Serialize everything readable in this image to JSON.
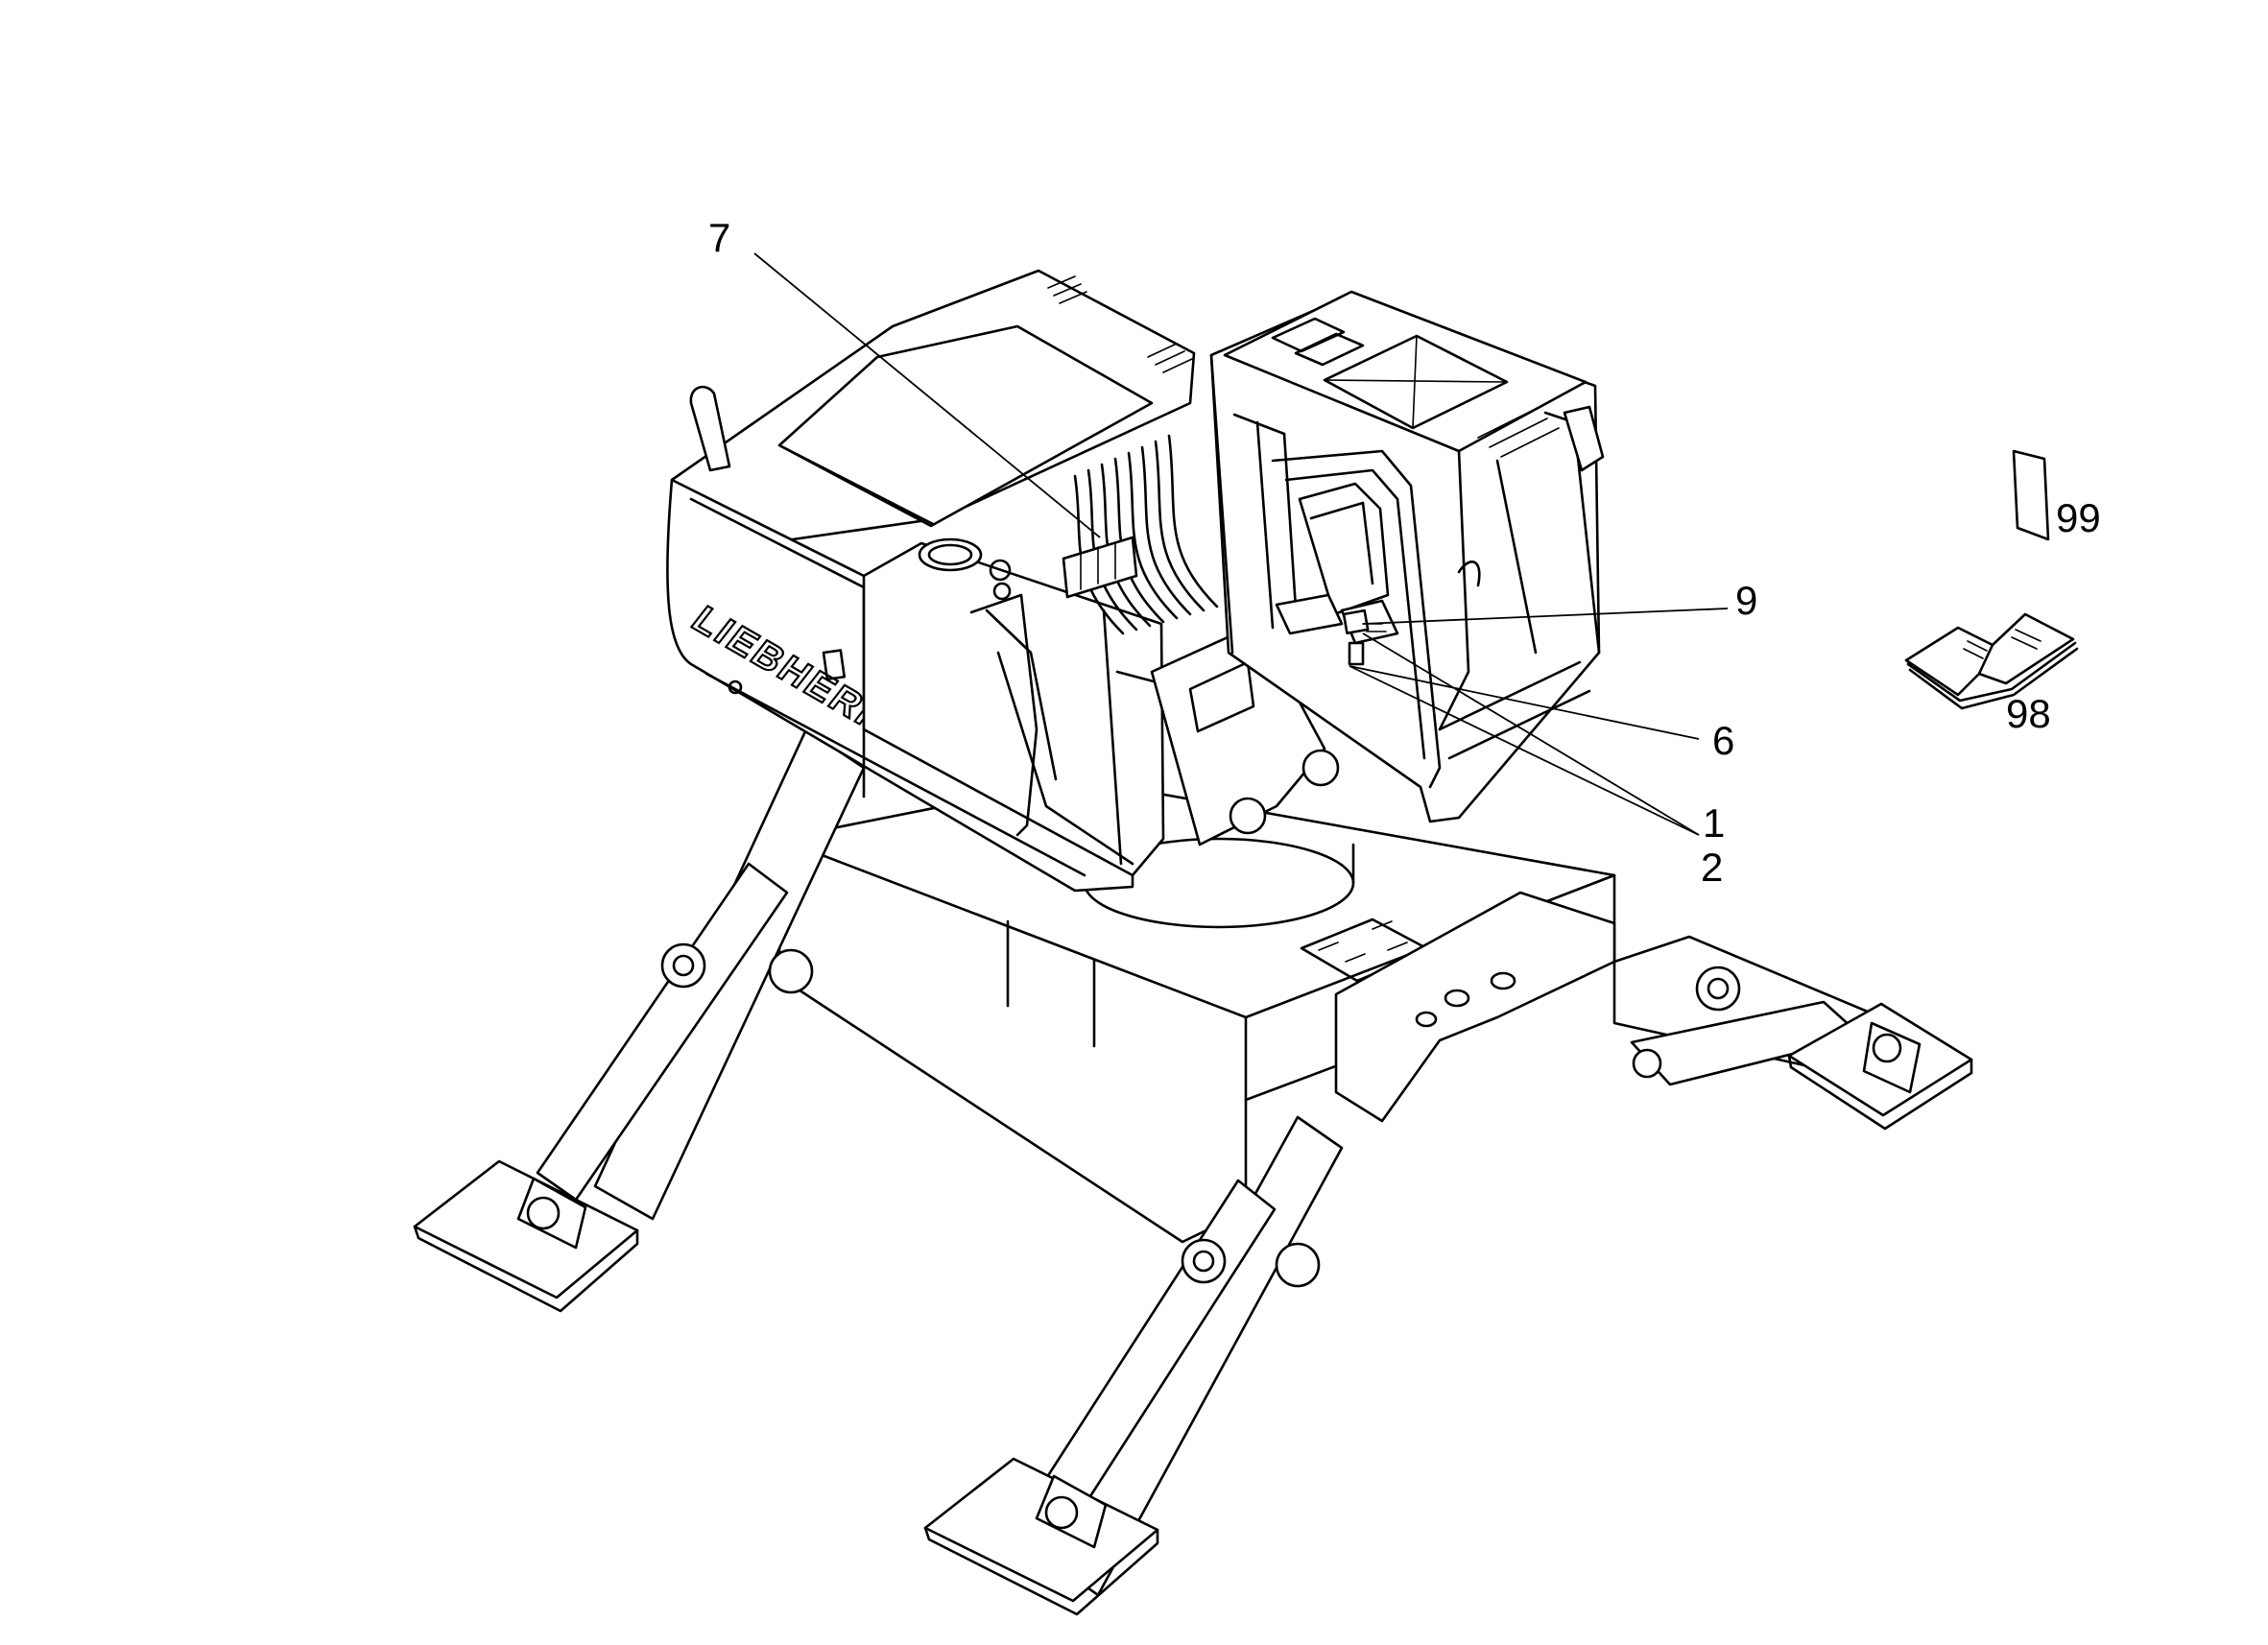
{
  "diagram": {
    "brand_lettering": "LIEBHERR",
    "callouts": [
      {
        "id": "7",
        "label": "7"
      },
      {
        "id": "9",
        "label": "9"
      },
      {
        "id": "6",
        "label": "6"
      },
      {
        "id": "1",
        "label": "1"
      },
      {
        "id": "2",
        "label": "2"
      },
      {
        "id": "99",
        "label": "99"
      },
      {
        "id": "98",
        "label": "98"
      }
    ]
  }
}
